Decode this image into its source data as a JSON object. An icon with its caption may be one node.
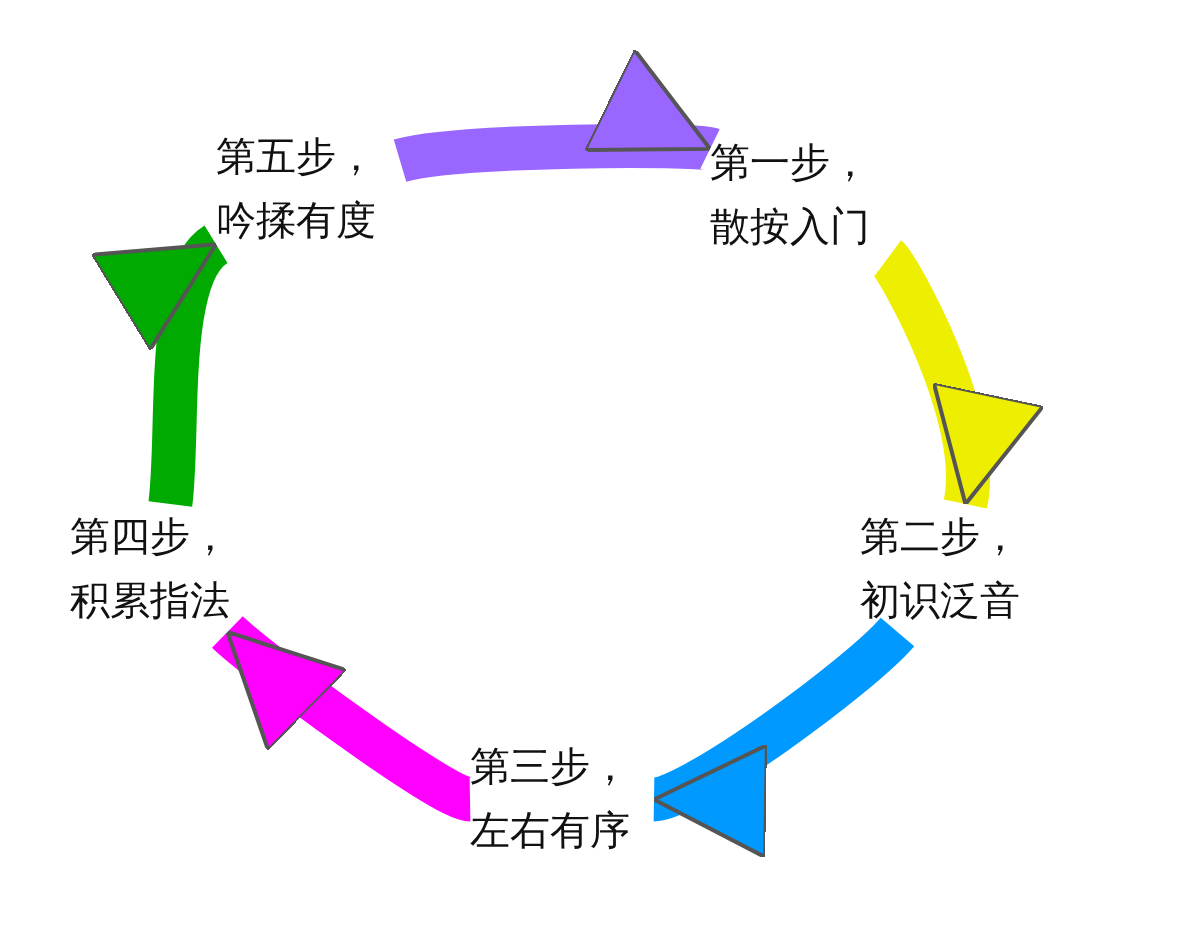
{
  "diagram": {
    "nodes": [
      {
        "text": [
          "第五步，吟揉有度"
        ]
      },
      {
        "text": [
          "第一步，散按入门"
        ]
      },
      {
        "text": [
          "第二步，初识泛音"
        ]
      },
      {
        "text": [
          "第三步，左右有序"
        ]
      },
      {
        "text": [
          "第四步，积累指法"
        ]
      }
    ],
    "edges": [
      {
        "from": 0,
        "to": 1,
        "arrow": "to",
        "color": "#9966ff"
      },
      {
        "from": 1,
        "to": 2,
        "arrow": "to",
        "color": "#eeee00"
      },
      {
        "from": 2,
        "to": 3,
        "arrow": "to",
        "color": "#0099ff"
      },
      {
        "from": 3,
        "to": 4,
        "arrow": "to",
        "color": "#ff00ff"
      },
      {
        "from": 4,
        "to": 0,
        "arrow": "to",
        "color": "#00aa00"
      }
    ]
  }
}
